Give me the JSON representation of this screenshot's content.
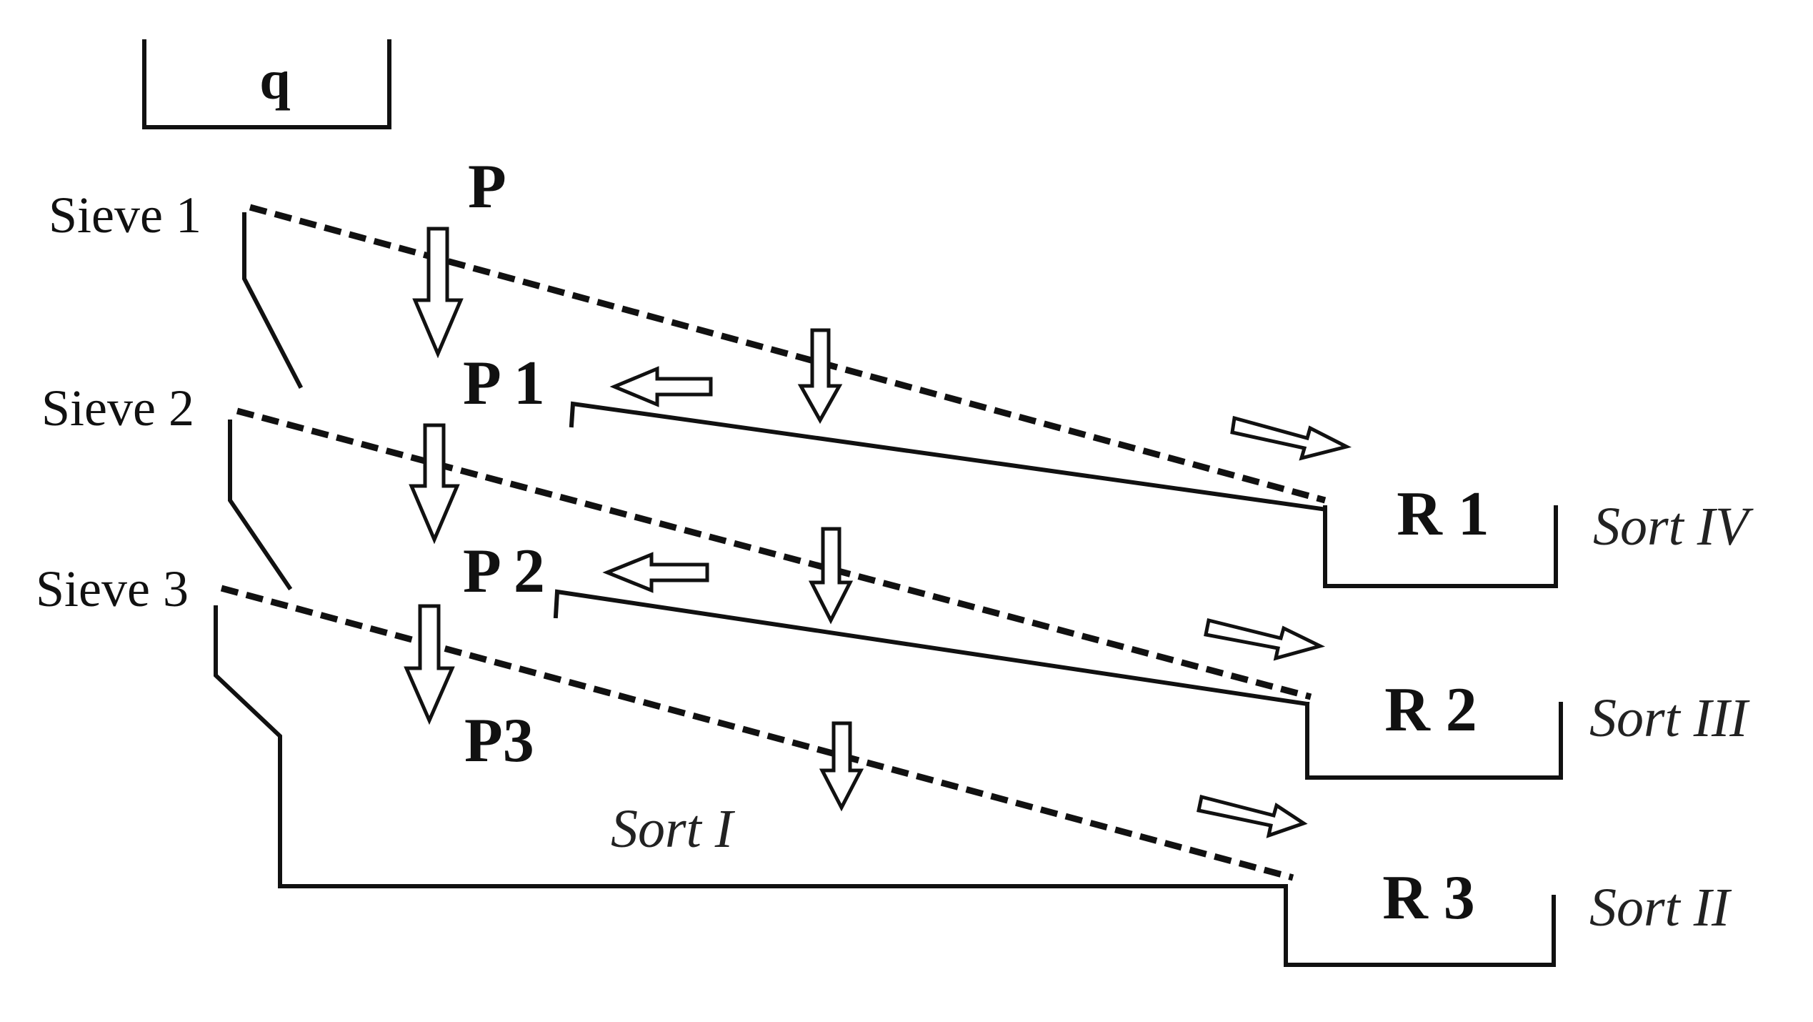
{
  "hopper": {
    "label": "q"
  },
  "sieves": [
    {
      "label": "Sieve 1"
    },
    {
      "label": "Sieve 2"
    },
    {
      "label": "Sieve 3"
    }
  ],
  "passes": [
    {
      "label": "P"
    },
    {
      "label": "P 1"
    },
    {
      "label": "P 2"
    },
    {
      "label": "P3"
    }
  ],
  "receivers": [
    {
      "label": "R 1",
      "sort": "Sort IV"
    },
    {
      "label": "R 2",
      "sort": "Sort III"
    },
    {
      "label": "R 3",
      "sort": "Sort II"
    }
  ],
  "fine_fraction": {
    "label": "Sort I"
  },
  "icons": {
    "down_arrow": "hollow-down-arrow-icon",
    "left_arrow": "hollow-left-arrow-icon",
    "right_arrow": "hollow-right-arrow-icon"
  }
}
